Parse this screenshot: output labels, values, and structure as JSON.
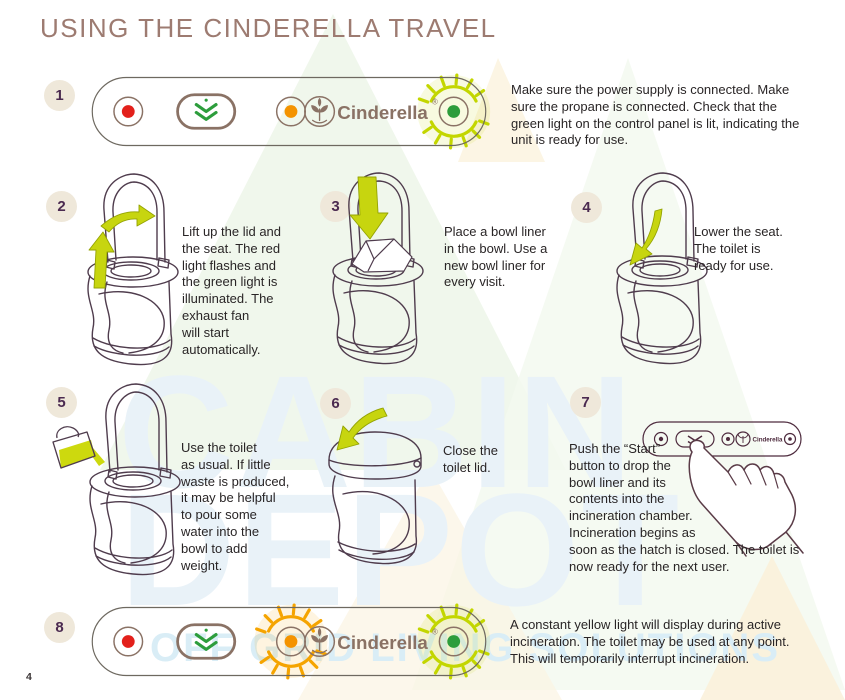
{
  "title": "USING THE CINDERELLA TRAVEL",
  "page": {
    "number": "4"
  },
  "watermark": {
    "line1": "CABIN",
    "line2": "DEPOT",
    "line3": "OFF GRID LIVING SOLUTIONS"
  },
  "brand": {
    "logo_text": "Cinderella",
    "registered_mark": "®"
  },
  "panel": {
    "colors": {
      "red_light": "#e3201b",
      "orange_light": "#f49300",
      "green_light": "#2d9d3c",
      "glow_green": "#c3d600",
      "glow_orange": "#f5a400",
      "outline_brown": "#8a7265",
      "title_color": "#9d7b71"
    }
  },
  "steps": [
    {
      "number": "1",
      "text": "Make sure the power supply is connected. Make\nsure the propane is connected. Check that the\ngreen light on the control panel is lit, indicating the\nunit is ready for use."
    },
    {
      "number": "2",
      "text": "Lift up the lid and\nthe seat. The red\nlight flashes and\nthe green light is\nilluminated. The\nexhaust fan\nwill start\nautomatically."
    },
    {
      "number": "3",
      "text": "Place a bowl liner\nin the bowl. Use a\nnew bowl liner for\nevery visit."
    },
    {
      "number": "4",
      "text": "Lower the seat.\nThe toilet is\nready for use."
    },
    {
      "number": "5",
      "text": "Use the toilet\nas usual. If little\nwaste is produced,\nit may be helpful\nto pour some\nwater into the\nbowl to add\nweight."
    },
    {
      "number": "6",
      "text": "Close the\ntoilet lid."
    },
    {
      "number": "7",
      "text": "Push the “Start”\nbutton to drop the\nbowl liner and its\ncontents into the\nincineration chamber.\nIncineration begins as\nsoon as the hatch is closed. The toilet is\nnow ready for the next user."
    },
    {
      "number": "8",
      "text": "A constant yellow light will display during active\nincineration. The toilet may be used at any point.\nThis will temporarily interrupt incineration."
    }
  ]
}
